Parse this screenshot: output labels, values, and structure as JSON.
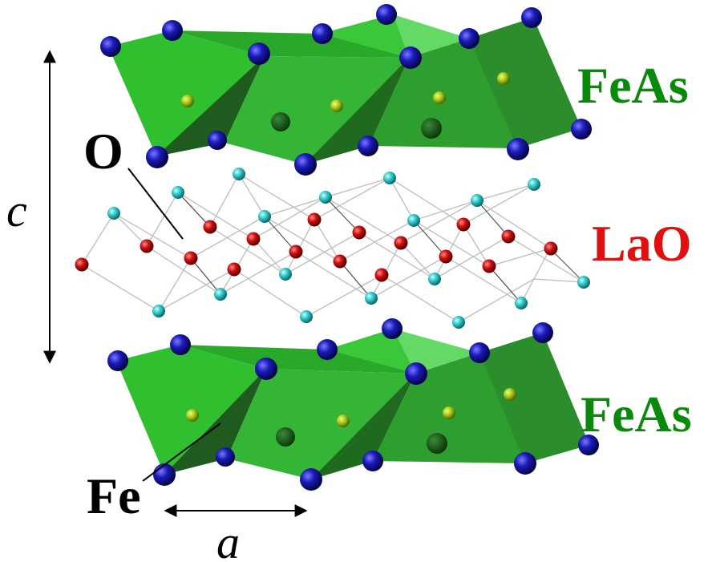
{
  "labels": {
    "top_layer": "FeAs",
    "middle_layer": "LaO",
    "bottom_layer": "FeAs",
    "oxygen": "O",
    "iron": "Fe",
    "c_axis": "c",
    "a_axis": "a"
  },
  "colors": {
    "feas_label": "#0a8a0a",
    "lao_label": "#e01010",
    "text": "#000000",
    "tetrahedron_face": "#2fbf2f",
    "tetrahedron_shade": "#1f7a1f",
    "arsenic_atom": "#1a1aa8",
    "oxygen_atom": "#cc1111",
    "lanthanum_atom": "#33cccc",
    "iron_atom": "#a8c81a",
    "bond": "#b0b0b0"
  }
}
